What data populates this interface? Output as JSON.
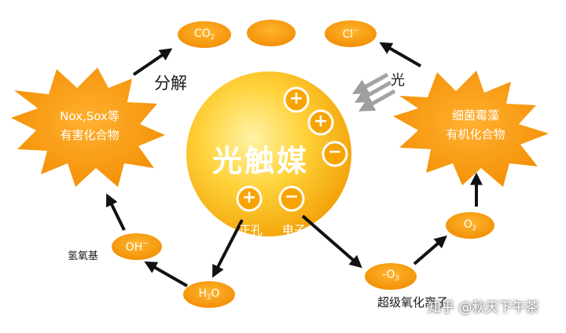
{
  "colors": {
    "orange": "#f39800",
    "sphere_light": "#fff2a0",
    "sphere_dark": "#f0a500",
    "arrow": "#111111",
    "light_arrow": "#a0a0a0"
  },
  "center": {
    "title": "光触媒"
  },
  "labels": {
    "light": "光",
    "decompose": "分解",
    "hole": "正孔",
    "electron": "电子",
    "hydroxyl": "氢氧基",
    "superoxide": "超级氧化离子"
  },
  "burst_left": {
    "line1": "Nox,Sox等",
    "line2": "有害化合物"
  },
  "burst_right": {
    "line1": "细菌霉藻",
    "line2": "有机化合物"
  },
  "pills": {
    "co2": {
      "base": "CO",
      "sub": "2"
    },
    "empty": "",
    "cl": {
      "base": "Cl",
      "sup": "−"
    },
    "oh": {
      "base": "OH",
      "sup": "−"
    },
    "h2o": {
      "pre": "H",
      "sub": "2",
      "post": "O"
    },
    "o3": {
      "base": "-O",
      "sub": "3"
    },
    "o2": {
      "base": "O",
      "sub": "2"
    }
  },
  "signs": {
    "plus": "+",
    "minus": "−"
  },
  "watermark": "知乎 @秋天下午茶"
}
